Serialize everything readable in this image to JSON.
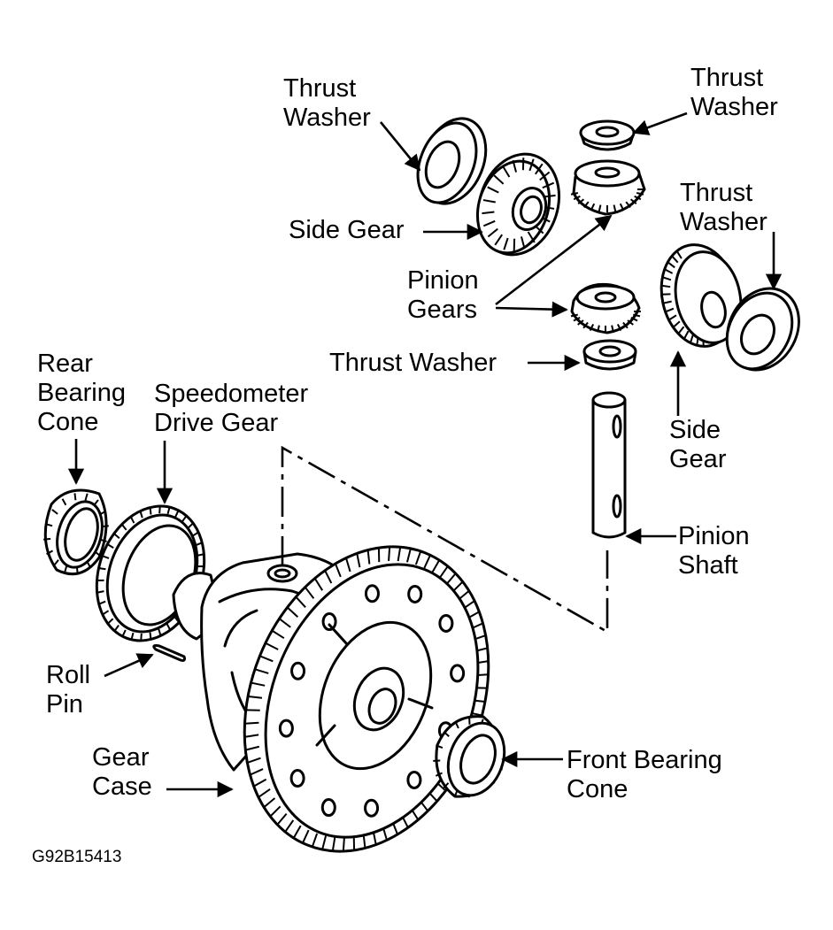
{
  "labels": {
    "thrust_washer_left": [
      "Thrust",
      "Washer"
    ],
    "thrust_washer_top_right": [
      "Thrust",
      "Washer"
    ],
    "thrust_washer_right": [
      "Thrust",
      "Washer"
    ],
    "side_gear_left": "Side Gear",
    "pinion_gears": [
      "Pinion",
      "Gears"
    ],
    "thrust_washer_lower": "Thrust Washer",
    "side_gear_right": [
      "Side",
      "Gear"
    ],
    "rear_bearing_cone": [
      "Rear",
      "Bearing",
      "Cone"
    ],
    "speedometer_drive_gear": [
      "Speedometer",
      "Drive Gear"
    ],
    "pinion_shaft": [
      "Pinion",
      "Shaft"
    ],
    "roll_pin": [
      "Roll",
      "Pin"
    ],
    "gear_case": [
      "Gear",
      "Case"
    ],
    "front_bearing_cone": [
      "Front Bearing",
      "Cone"
    ]
  },
  "figure_code": "G92B15413"
}
